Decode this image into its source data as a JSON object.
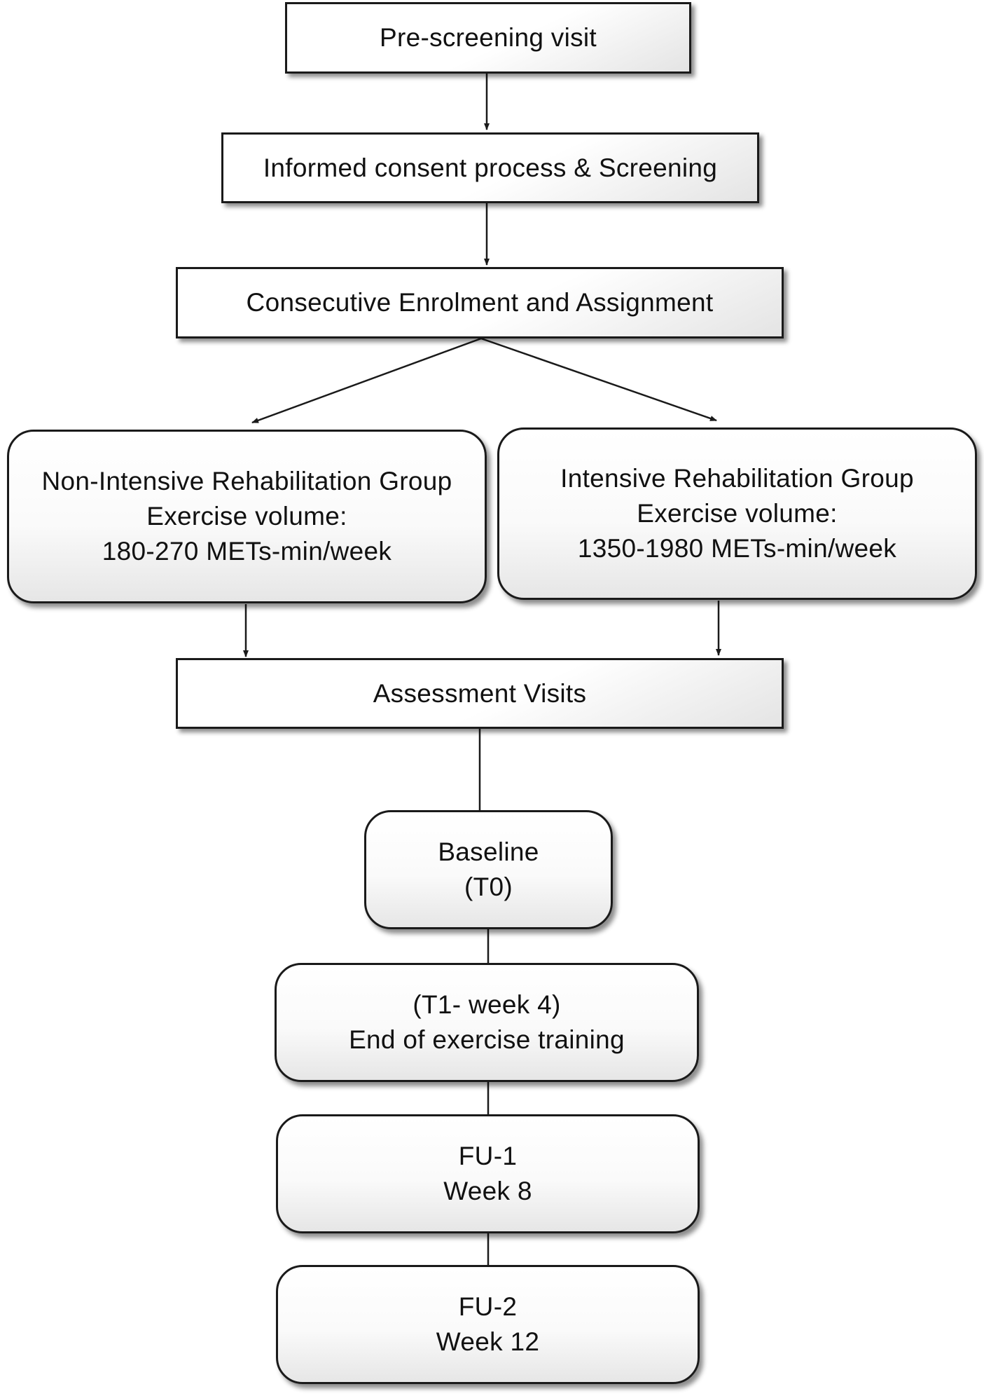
{
  "diagram": {
    "pre_screening": "Pre-screening visit",
    "consent": "Informed consent process & Screening",
    "enrolment": "Consecutive Enrolment and Assignment",
    "non_intensive": {
      "line1": "Non-Intensive Rehabilitation Group",
      "line2": "Exercise volume:",
      "line3": "180-270 METs-min/week"
    },
    "intensive": {
      "line1": "Intensive Rehabilitation Group",
      "line2": "Exercise volume:",
      "line3": "1350-1980 METs-min/week"
    },
    "assessment": "Assessment Visits",
    "baseline": {
      "line1": "Baseline",
      "line2": "(T0)"
    },
    "t1": {
      "line1": "(T1- week 4)",
      "line2": "End of exercise training"
    },
    "fu1": {
      "line1": "FU-1",
      "line2": "Week 8"
    },
    "fu2": {
      "line1": "FU-2",
      "line2": "Week 12"
    }
  }
}
